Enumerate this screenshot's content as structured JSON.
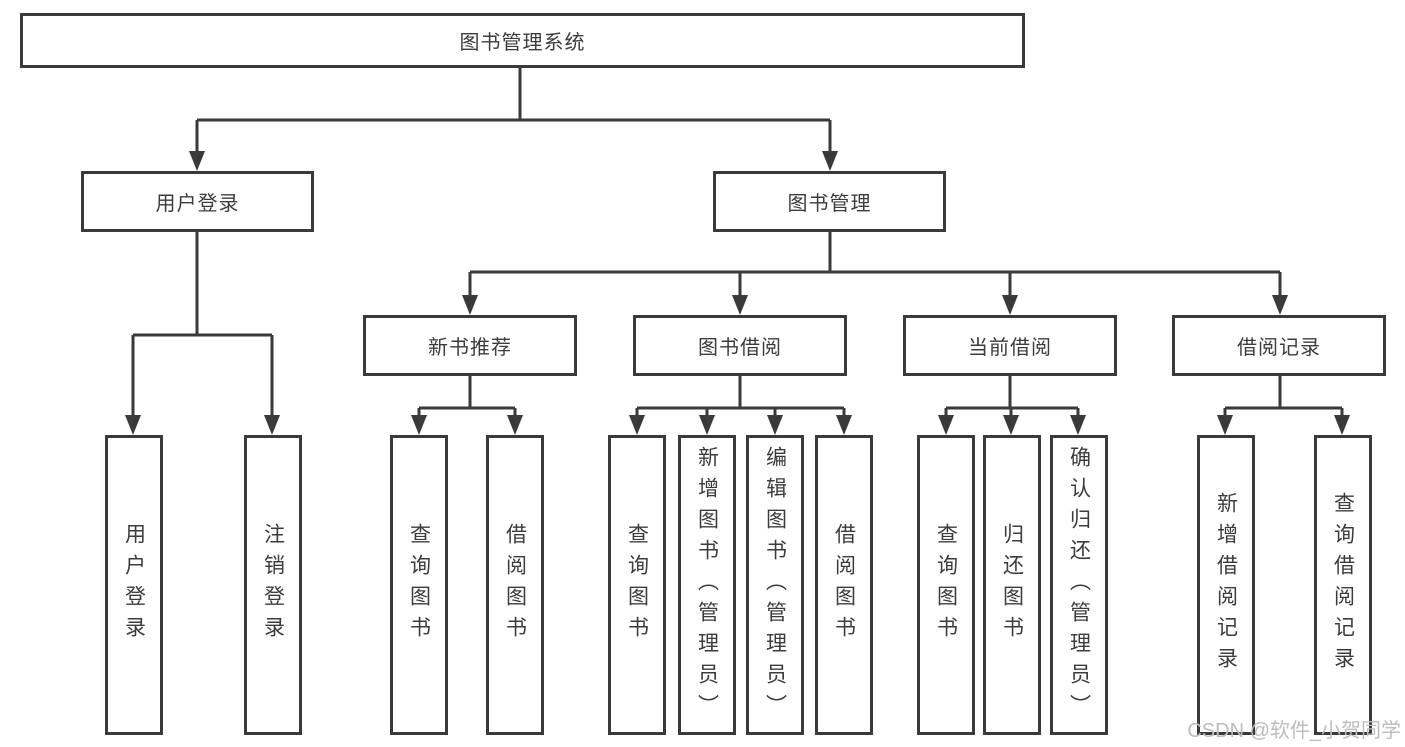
{
  "colors": {
    "line": "#3a3a3a",
    "text": "#3c3c3c",
    "watermark": "#bdbdbd",
    "bg": "#ffffff"
  },
  "tree": {
    "root": {
      "label": "图书管理系统"
    },
    "children": [
      {
        "label": "用户登录",
        "children": [
          {
            "label": "用户登录"
          },
          {
            "label": "注销登录"
          }
        ]
      },
      {
        "label": "图书管理",
        "children": [
          {
            "label": "新书推荐",
            "children": [
              {
                "label": "查询图书"
              },
              {
                "label": "借阅图书"
              }
            ]
          },
          {
            "label": "图书借阅",
            "children": [
              {
                "label": "查询图书"
              },
              {
                "label": "新增图书（管理员）"
              },
              {
                "label": "编辑图书（管理员）"
              },
              {
                "label": "借阅图书"
              }
            ]
          },
          {
            "label": "当前借阅",
            "children": [
              {
                "label": "查询图书"
              },
              {
                "label": "归还图书"
              },
              {
                "label": "确认归还（管理员）"
              }
            ]
          },
          {
            "label": "借阅记录",
            "children": [
              {
                "label": "新增借阅记录"
              },
              {
                "label": "查询借阅记录"
              }
            ]
          }
        ]
      }
    ]
  },
  "watermark": {
    "text": "CSDN @软件_小贺同学"
  }
}
